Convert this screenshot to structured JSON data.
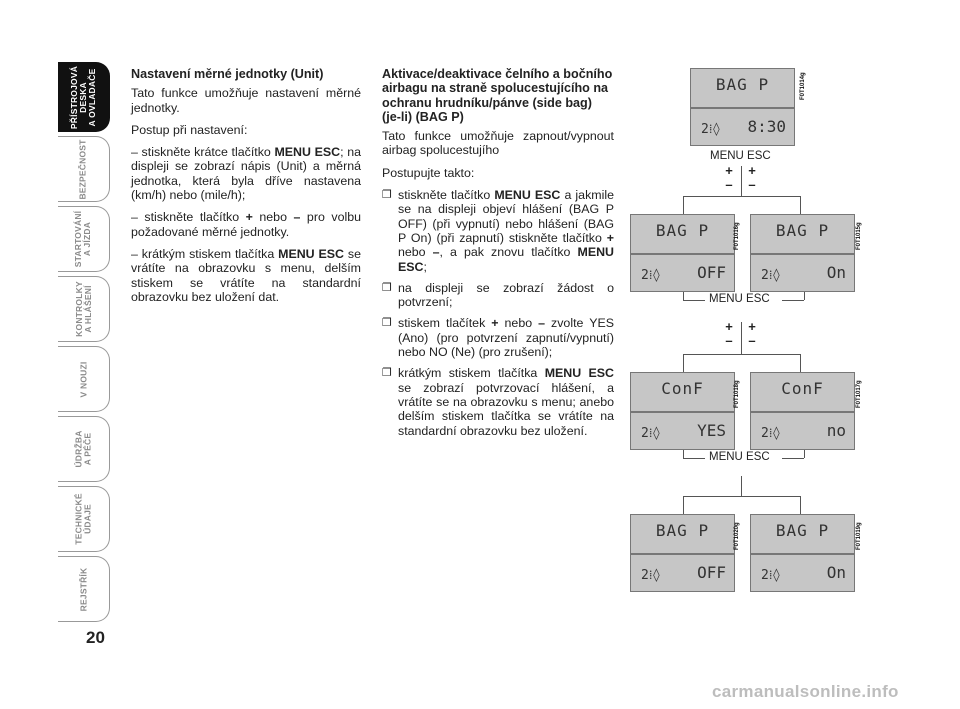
{
  "sidebar": {
    "tabs": [
      "PŘÍSTROJOVÁ\nDESKA\nA OVLADAČE",
      "BEZPEČNOST",
      "STARTOVÁNÍ\nA JÍZDA",
      "KONTROLKY\nA HLÁŠENÍ",
      "V NOUZI",
      "ÚDRŽBA\nA PÉČE",
      "TECHNICKÉ\nÚDAJE",
      "REJSTŘÍK"
    ]
  },
  "page_number": "20",
  "left": {
    "heading": "Nastavení měrné jednotky (Unit)",
    "intro": "Tato funkce umožňuje nastavení měrné jednotky.",
    "procedure": "Postup při nastavení:",
    "step1_a": "– stiskněte krátce tlačítko ",
    "step1_key": "MENU ESC",
    "step1_b": "; na displeji se zobrazí nápis (Unit) a měrná jednotka, která byla dříve nastavena (km/h) nebo (mile/h);",
    "step2_a": "– stiskněte tlačítko ",
    "step2_plus": "+",
    "step2_b": " nebo ",
    "step2_minus": "–",
    "step2_c": " pro volbu požadované měrné jednotky.",
    "step3_a": "– krátkým stiskem tlačítka ",
    "step3_key": "MENU ESC",
    "step3_b": " se vrátíte na obrazovku s menu, delším stiskem se vrátíte na standardní obrazovku bez uložení dat."
  },
  "right": {
    "heading": "Aktivace/deaktivace čelního a bočního airbagu na straně spolucestujícího na ochranu hrudníku/pánve (side bag) (je-li) (BAG P)",
    "intro": "Tato funkce umožňuje zapnout/vypnout airbag spolucestujího",
    "procedure": "Postupujte takto:",
    "b1_a": "stiskněte tlačítko ",
    "b1_key": "MENU ESC",
    "b1_b": " a jakmile se na displeji objeví hlášení (BAG P OFF) (při vypnutí) nebo hlášení (BAG P On) (při zapnutí) stiskněte tlačítko ",
    "b1_plus": "+",
    "b1_c": " nebo ",
    "b1_minus": "–",
    "b1_d": ", a pak znovu tlačítko ",
    "b1_key2": "MENU ESC",
    "b1_e": ";",
    "b2": "na displeji se zobrazí žádost o potvrzení;",
    "b3_a": "stiskem tlačítek ",
    "b3_plus": "+",
    "b3_b": " nebo ",
    "b3_minus": "–",
    "b3_c": " zvolte YES (Ano) (pro potvrzení zapnutí/vypnutí) nebo NO (Ne) (pro zrušení);",
    "b4_a": "krátkým stiskem tlačítka ",
    "b4_key": "MENU ESC",
    "b4_b": " se zobrazí potvrzovací hlášení, a vrátíte se na obrazovku s menu; anebo delším stiskem tlačítka se vrátíte na standardní obrazovku bez uložení."
  },
  "diagram": {
    "menu_esc": "MENU ESC",
    "plus": "+",
    "minus": "–",
    "displays": [
      {
        "top": "BAG P",
        "bl": "2⁞◊",
        "br": "8:30",
        "code": "F0T1014g"
      },
      {
        "top": "BAG P",
        "bl": "2⁞◊",
        "br": "OFF",
        "code": "F0T1016g"
      },
      {
        "top": "BAG P",
        "bl": "2⁞◊",
        "br": "On",
        "code": "F0T1015g"
      },
      {
        "top": "ConF",
        "bl": "2⁞◊",
        "br": "YES",
        "code": "F0T1018g"
      },
      {
        "top": "ConF",
        "bl": "2⁞◊",
        "br": "no",
        "code": "F0T1017g"
      },
      {
        "top": "BAG P",
        "bl": "2⁞◊",
        "br": "OFF",
        "code": "F0T1020g"
      },
      {
        "top": "BAG P",
        "bl": "2⁞◊",
        "br": "On",
        "code": "F0T1019g"
      }
    ]
  },
  "footer": "carmanualsonline.info"
}
